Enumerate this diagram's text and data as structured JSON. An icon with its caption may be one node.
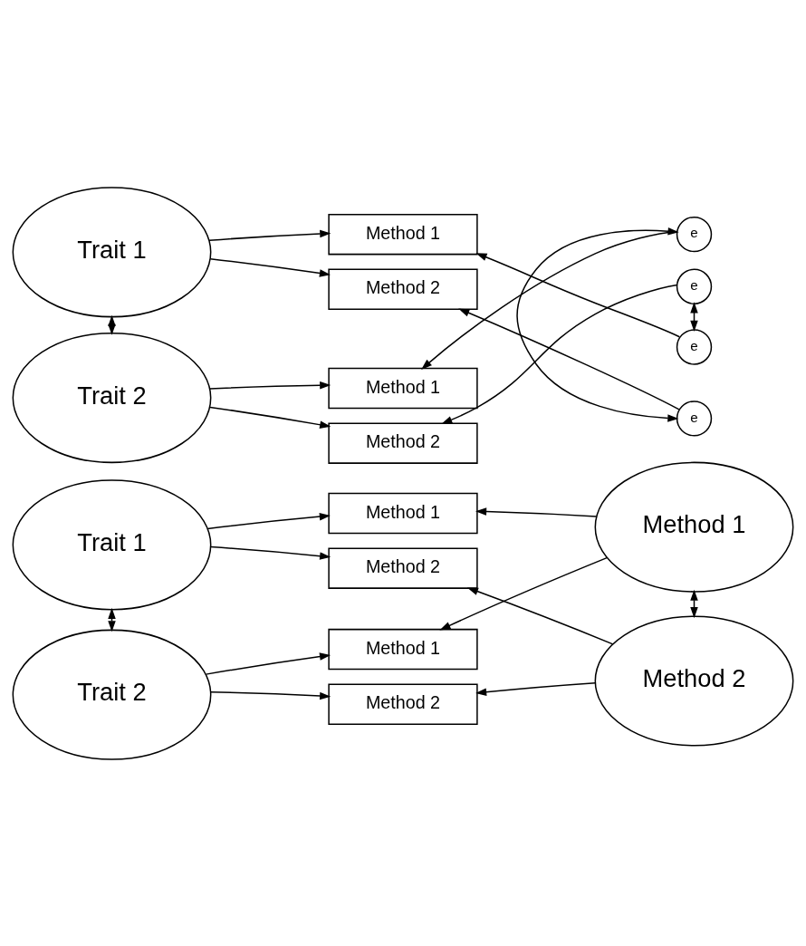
{
  "diagram": {
    "nodes": [
      {
        "text": [
          "Trait 1"
        ]
      },
      {
        "text": [
          "Method 1"
        ]
      },
      {
        "text": [
          "Method 2"
        ]
      },
      {
        "text": [
          "Method 1"
        ]
      },
      {
        "text": [
          "Trait 2"
        ]
      },
      {
        "text": [
          "Method 1"
        ]
      },
      {
        "text": [
          "Method 2"
        ]
      },
      {
        "text": [
          "Method 2"
        ]
      },
      {
        "text": [
          "Trait 1"
        ]
      },
      {
        "text": [
          "Method 1"
        ]
      },
      {
        "text": [
          "Method 2"
        ]
      },
      {
        "text": [
          "e"
        ]
      },
      {
        "text": [
          "e"
        ]
      },
      {
        "text": [
          "Trait 2"
        ]
      },
      {
        "text": [
          "Method 1"
        ]
      },
      {
        "text": [
          "Method 2"
        ]
      },
      {
        "text": [
          "e"
        ]
      },
      {
        "text": [
          "e"
        ]
      }
    ],
    "edges": [
      {
        "from": 0,
        "to": 1,
        "arrow": "to"
      },
      {
        "from": 0,
        "to": 2,
        "arrow": "to"
      },
      {
        "from": 3,
        "to": 1,
        "arrow": "to"
      },
      {
        "from": 3,
        "to": 5,
        "arrow": "to"
      },
      {
        "from": 4,
        "to": 5,
        "arrow": "to"
      },
      {
        "from": 4,
        "to": 6,
        "arrow": "to"
      },
      {
        "from": 7,
        "to": 2,
        "arrow": "to"
      },
      {
        "from": 7,
        "to": 6,
        "arrow": "to"
      },
      {
        "from": 0,
        "to": 4,
        "arrow": "both"
      },
      {
        "from": 3,
        "to": 7,
        "arrow": "both"
      },
      {
        "from": 8,
        "to": 9,
        "arrow": "to"
      },
      {
        "from": 8,
        "to": 10,
        "arrow": "to"
      },
      {
        "from": 11,
        "to": 9,
        "arrow": "to"
      },
      {
        "from": 12,
        "to": 10,
        "arrow": "to"
      },
      {
        "from": 13,
        "to": 14,
        "arrow": "to"
      },
      {
        "from": 13,
        "to": 15,
        "arrow": "to"
      },
      {
        "from": 16,
        "to": 14,
        "arrow": "to"
      },
      {
        "from": 17,
        "to": 15,
        "arrow": "to"
      },
      {
        "from": 8,
        "to": 13,
        "arrow": "both"
      },
      {
        "from": 11,
        "to": 17,
        "arrow": "both"
      },
      {
        "from": 12,
        "to": 16,
        "arrow": "both"
      }
    ]
  }
}
